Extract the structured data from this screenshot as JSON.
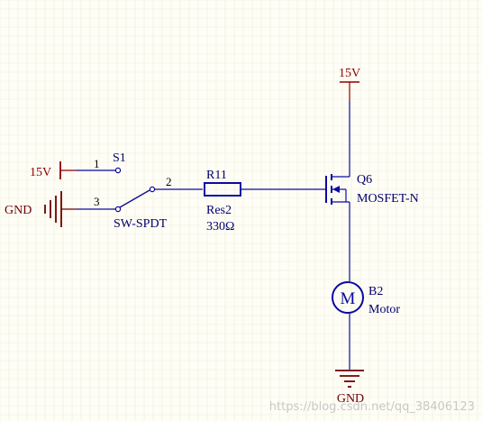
{
  "colors": {
    "background": "#fffef6",
    "grid": "#eeebdd",
    "wire": "#0a0aa0",
    "power": "#8b0000",
    "component_text": "#00006e",
    "ground_net": "#6b0000",
    "watermark": "#c8c8c8"
  },
  "power_top": {
    "net": "15V"
  },
  "power_left": {
    "net": "15V"
  },
  "ground_left": {
    "net": "GND"
  },
  "ground_bottom": {
    "net": "GND"
  },
  "switch": {
    "designator": "S1",
    "comment": "SW-SPDT",
    "pin1": "1",
    "pin2": "2",
    "pin3": "3"
  },
  "resistor": {
    "designator": "R11",
    "comment": "Res2",
    "value": "330Ω"
  },
  "mosfet": {
    "designator": "Q6",
    "comment": "MOSFET-N"
  },
  "motor": {
    "designator": "B2",
    "comment": "Motor",
    "glyph": "M"
  },
  "watermark": "https://blog.csdn.net/qq_38406123"
}
